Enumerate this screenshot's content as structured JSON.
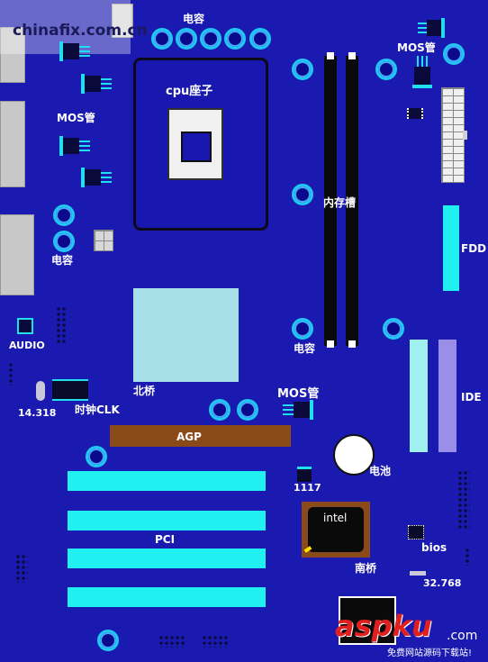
{
  "watermark_top": "chinafix.com.cn",
  "watermark_bottom_brand": "aspku",
  "watermark_bottom_tld": ".com",
  "watermark_bottom_slogan": "免费网站源码下载站!",
  "labels": {
    "capacitor_top": "电容",
    "capacitor_left": "电容",
    "capacitor_mid": "电容",
    "cpu_socket": "cpu座子",
    "mos_top_right": "MOS管",
    "mos_left": "MOS管",
    "mos_bottom": "MOS管",
    "memory_slot": "内存槽",
    "fdd": "FDD",
    "ide": "IDE",
    "audio": "AUDIO",
    "north_bridge": "北桥",
    "crystal_14": "14.318",
    "clock": "时钟CLK",
    "agp": "AGP",
    "battery": "电池",
    "reg_1117": "1117",
    "pci": "PCI",
    "intel": "intel",
    "south_bridge": "南桥",
    "bios": "bios",
    "crystal_32": "32.768"
  },
  "colors": {
    "board": "#1a1ab0",
    "slot_cyan": "#20f0f0",
    "agp_brown": "#8b4a1a",
    "north_bridge": "#a8e0e8",
    "ide_cyan": "#a0f0f0",
    "ide_purple": "#9a8ee8",
    "south_bridge_frame": "#8b4a1a"
  }
}
